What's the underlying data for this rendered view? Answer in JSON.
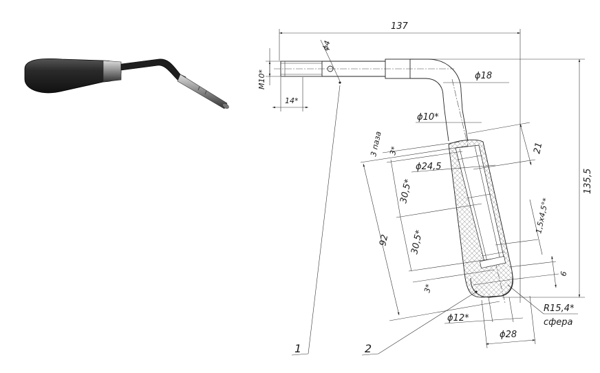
{
  "photo": {
    "description_icon": "handle-lever-photo"
  },
  "drawing": {
    "dims": {
      "overall_length": "137",
      "hole_dia": "ϕ4",
      "thread": "M10*",
      "thread_len": "14*",
      "rod_dia": "ϕ18",
      "bar_dia": "ϕ10*",
      "grooves": "3 паза",
      "groove_w": "3*",
      "top_seg": "21",
      "grip_dia": "ϕ24,5",
      "seg_a": "30,5*",
      "seg_b": "30,5*",
      "grip_len": "92",
      "chamfer": "1,5x4,5°*",
      "end_gap": "6",
      "bottom_w": "3*",
      "height": "135,5",
      "radius": "R15,4*",
      "sphere": "сфера",
      "tip_dia": "ϕ12*",
      "end_dia": "ϕ28"
    },
    "labels": {
      "part1": "1",
      "part2": "2"
    }
  }
}
